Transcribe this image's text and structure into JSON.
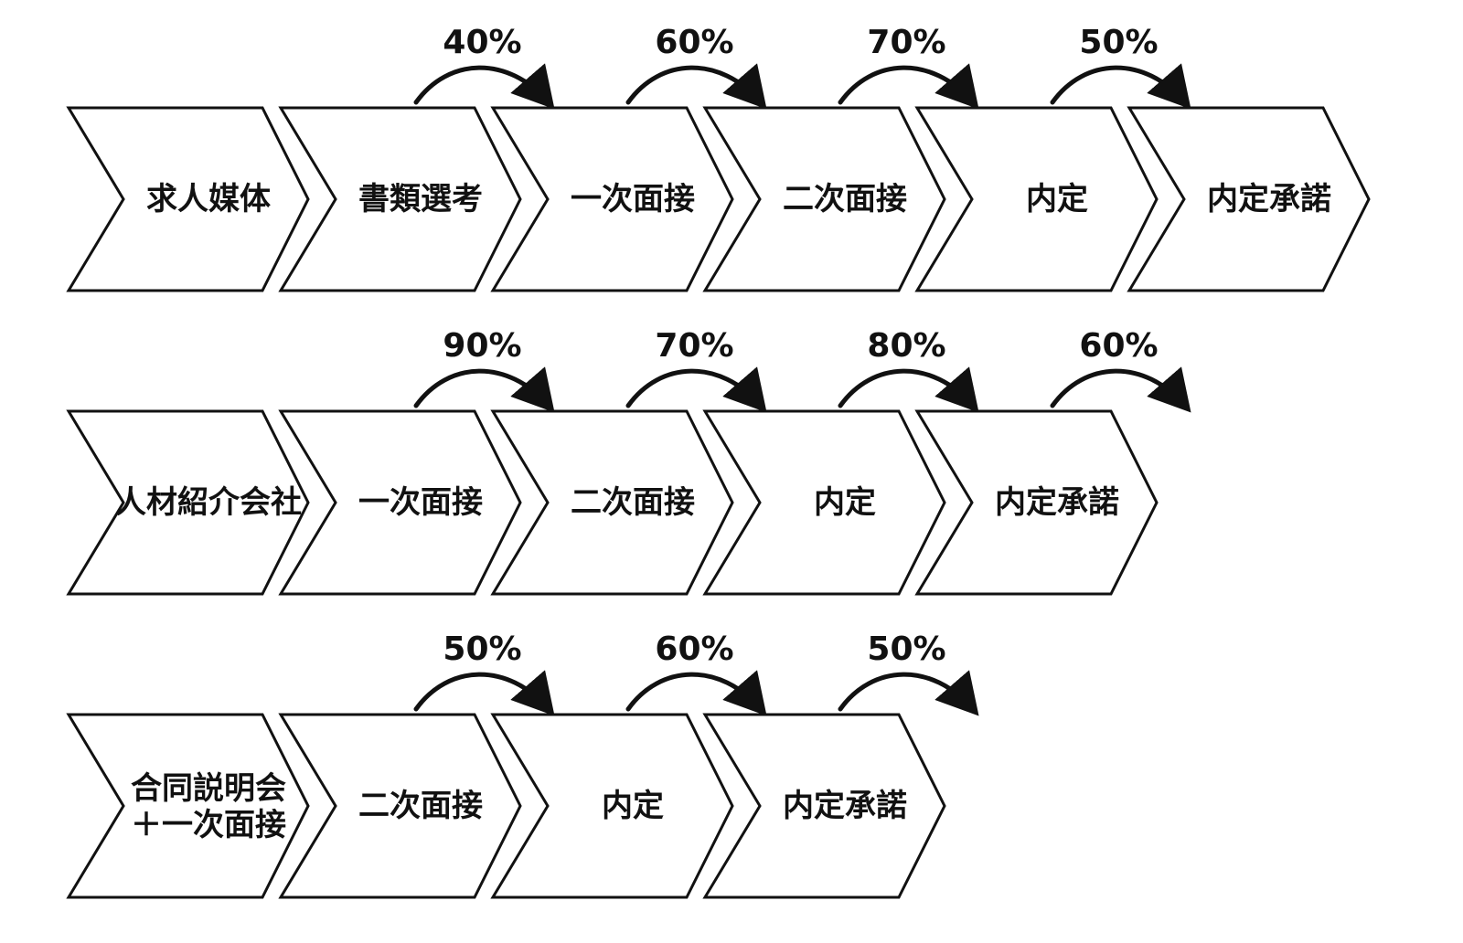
{
  "rows": [
    {
      "stages": [
        "求人媒体",
        "書類選考",
        "一次面接",
        "二次面接",
        "内定",
        "内定承諾"
      ],
      "rates": [
        "40%",
        "60%",
        "70%",
        "50%"
      ]
    },
    {
      "stages": [
        "人材紹介会社",
        "一次面接",
        "二次面接",
        "内定",
        "内定承諾"
      ],
      "rates": [
        "90%",
        "70%",
        "80%",
        "60%"
      ]
    },
    {
      "stages": [
        "合同説明会\n＋一次面接",
        "二次面接",
        "内定",
        "内定承諾"
      ],
      "rates": [
        "50%",
        "60%",
        "50%"
      ]
    }
  ],
  "colors": {
    "stroke": "#111111",
    "fill": "#ffffff",
    "text": "#111111"
  },
  "icons": {
    "transition": "curved-arrow-icon"
  }
}
